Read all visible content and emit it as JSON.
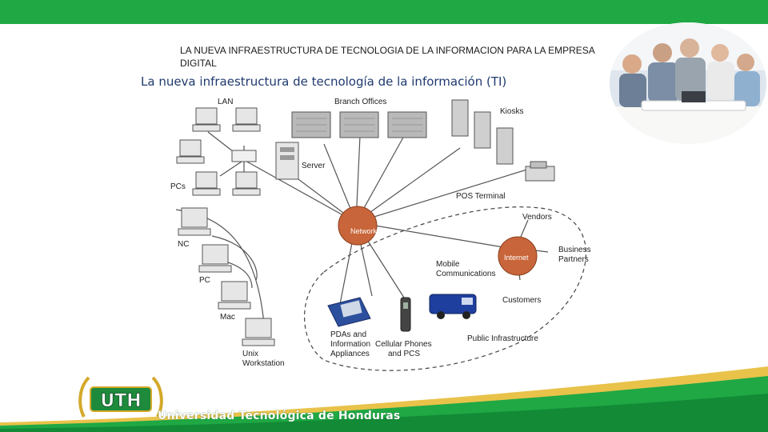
{
  "slide": {
    "title": "LA NUEVA INFRAESTRUCTURA DE TECNOLOGIA DE LA INFORMACION PARA LA EMPRESA DIGITAL",
    "subtitle": "La nueva infraestructura de tecnología de la información (TI)"
  },
  "diagram": {
    "labels": {
      "lan": "LAN",
      "branch_offices": "Branch Offices",
      "kiosks": "Kiosks",
      "server": "Server",
      "pcs": "PCs",
      "pos_terminal": "POS Terminal",
      "vendors": "Vendors",
      "nc": "NC",
      "network": "Network",
      "internet": "Internet",
      "business_partners_1": "Business",
      "business_partners_2": "Partners",
      "pc": "PC",
      "mobile_1": "Mobile",
      "mobile_2": "Communications",
      "customers": "Customers",
      "mac": "Mac",
      "pdas_1": "PDAs and",
      "pdas_2": "Information",
      "pdas_3": "Appliances",
      "cell_1": "Cellular Phones",
      "cell_2": "and PCS",
      "public_infra": "Public Infrastructure",
      "unix_1": "Unix",
      "unix_2": "Workstation"
    },
    "colors": {
      "hub": "#c8653a",
      "line": "#555555"
    }
  },
  "footer": {
    "university": "Universidad Tecnológica de Honduras",
    "logo_text": "UTH",
    "bar_color": "#1fa844",
    "accent_color": "#e9c24a"
  }
}
